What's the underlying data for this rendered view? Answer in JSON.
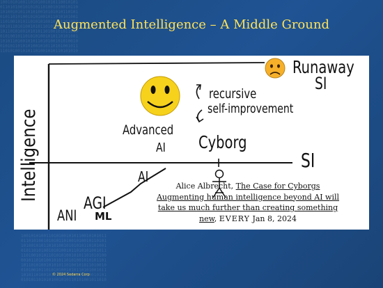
{
  "slide": {
    "title": "Augmented Intelligence – A Middle Ground",
    "copyright": "© 2024 Sedarra Corp"
  },
  "diagram": {
    "y_axis_label": "Intelligence",
    "label_runaway": "Runaway",
    "label_si_top": "SI",
    "label_recursive": "recursive",
    "label_self_improvement": "self-improvement",
    "label_advanced": "Advanced",
    "label_ai_advanced": "AI",
    "label_cyborg": "Cyborg",
    "label_si_line": "SI",
    "label_ai_mid": "AI",
    "label_agi": "AGI",
    "label_ani": "ANI",
    "label_ml": "ML",
    "icons": [
      "smiley-face-icon",
      "worried-face-icon",
      "stick-figure-icon",
      "cycle-arrows-icon"
    ]
  },
  "caption": {
    "author": "Alice Albrecht, ",
    "article_title": "The Case for Cyborgs Augmenting human intelligence beyond AI will take us much further than creating something new",
    "after_title": ", ",
    "publication": "EVERY",
    "date": " Jan 8, 2024"
  },
  "colors": {
    "background": "#1d4d86",
    "title": "#ffe25a",
    "board": "#ffffff",
    "smiley": "#f7d21c"
  }
}
